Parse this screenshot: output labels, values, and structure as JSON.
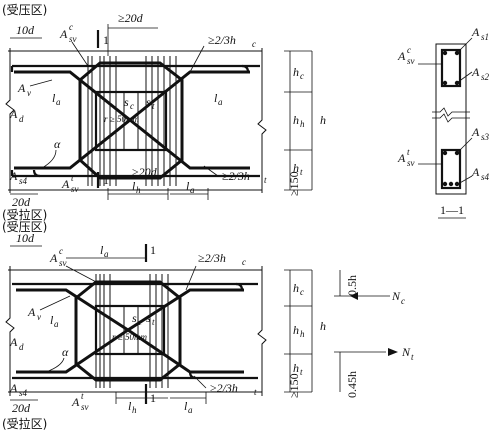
{
  "top_view": {
    "zone_label": "(受压区)",
    "dim_10d": "10d",
    "label_asv_c": "A",
    "sub_asv_c": "sv",
    "sup_asv_c": "c",
    "dim_20d_top": "≥20d",
    "section_mark_top": "1",
    "dim_2_3hc": "≥2/3h",
    "sub_hc": "c",
    "label_av": "A",
    "sub_av": "v",
    "label_sc": "s",
    "sub_sc": "c",
    "label_st": "s",
    "sub_st": "t",
    "label_la_a": "l",
    "sub_la_a": "a",
    "label_la_b": "l",
    "sub_la_b": "a",
    "label_ad": "A",
    "sub_ad": "d",
    "label_r": "r ≥ 50mm",
    "label_alpha": "α",
    "dim_20d_bottom": "≥20d",
    "label_as4": "A",
    "sub_as4": "s4",
    "dim_20d_left": "20d",
    "label_asv_t": "A",
    "sub_asv_t": "sv",
    "sup_asv_t": "t",
    "section_mark_bottom": "1",
    "label_lh": "l",
    "sub_lh": "h",
    "label_la_c": "l",
    "sub_la_c": "a",
    "dim_2_3ht": "≥2/3h",
    "sub_ht": "t",
    "dim_hc": "h",
    "dim_hc_sub": "c",
    "dim_hh": "h",
    "dim_hh_sub": "h",
    "dim_h": "h",
    "dim_ht": "h",
    "dim_ht_sub": "t",
    "dim_150": "≥150"
  },
  "section": {
    "title": "1—1",
    "label_as1": "A",
    "sub_as1": "s1",
    "label_as2": "A",
    "sub_as2": "s2",
    "label_as3": "A",
    "sub_as3": "s3",
    "label_as4": "A",
    "sub_as4": "s4",
    "label_asv_c": "A",
    "sub_asv_c": "sv",
    "sup_asv_c": "c",
    "label_asv_t": "A",
    "sub_asv_t": "sv",
    "sup_asv_t": "t"
  },
  "bottom_view": {
    "zone_label_top": "(受压区)",
    "zone_label_bottom": "(受拉区)",
    "dim_10d": "10d",
    "label_asv_c": "A",
    "sub_asv_c": "sv",
    "sup_asv_c": "c",
    "label_la_top": "l",
    "sub_la_top": "a",
    "section_mark_top": "1",
    "dim_2_3hc": "≥2/3h",
    "sub_hc": "c",
    "label_av": "A",
    "sub_av": "v",
    "label_la_left": "l",
    "sub_la_left": "a",
    "label_sc": "s",
    "sub_sc": "c",
    "label_st": "s",
    "sub_st": "t",
    "label_ad": "A",
    "sub_ad": "d",
    "label_r": "r ≥ 50mm",
    "label_alpha": "α",
    "label_as4": "A",
    "sub_as4": "s4",
    "dim_20d": "20d",
    "label_asv_t": "A",
    "sub_asv_t": "sv",
    "sup_asv_t": "t",
    "label_lh": "l",
    "sub_lh": "h",
    "section_mark_bottom": "1",
    "label_la_c": "l",
    "sub_la_c": "a",
    "dim_2_3ht": "≥2/3h",
    "sub_ht": "t",
    "dim_hc": "h",
    "dim_hc_sub": "c",
    "dim_hh": "h",
    "dim_hh_sub": "h",
    "dim_h": "h",
    "dim_ht": "h",
    "dim_ht_sub": "t",
    "dim_150": "≥150",
    "dim_05hc": "0.5h",
    "dim_05hc_sub": "c",
    "dim_045ht": "0.45h",
    "dim_045ht_sub": "t",
    "label_nc": "N",
    "sub_nc": "c",
    "label_nt": "N",
    "sub_nt": "t"
  },
  "top_zone_caption_upper": "(受压区)",
  "top_zone_caption_lower": "(受拉区)"
}
